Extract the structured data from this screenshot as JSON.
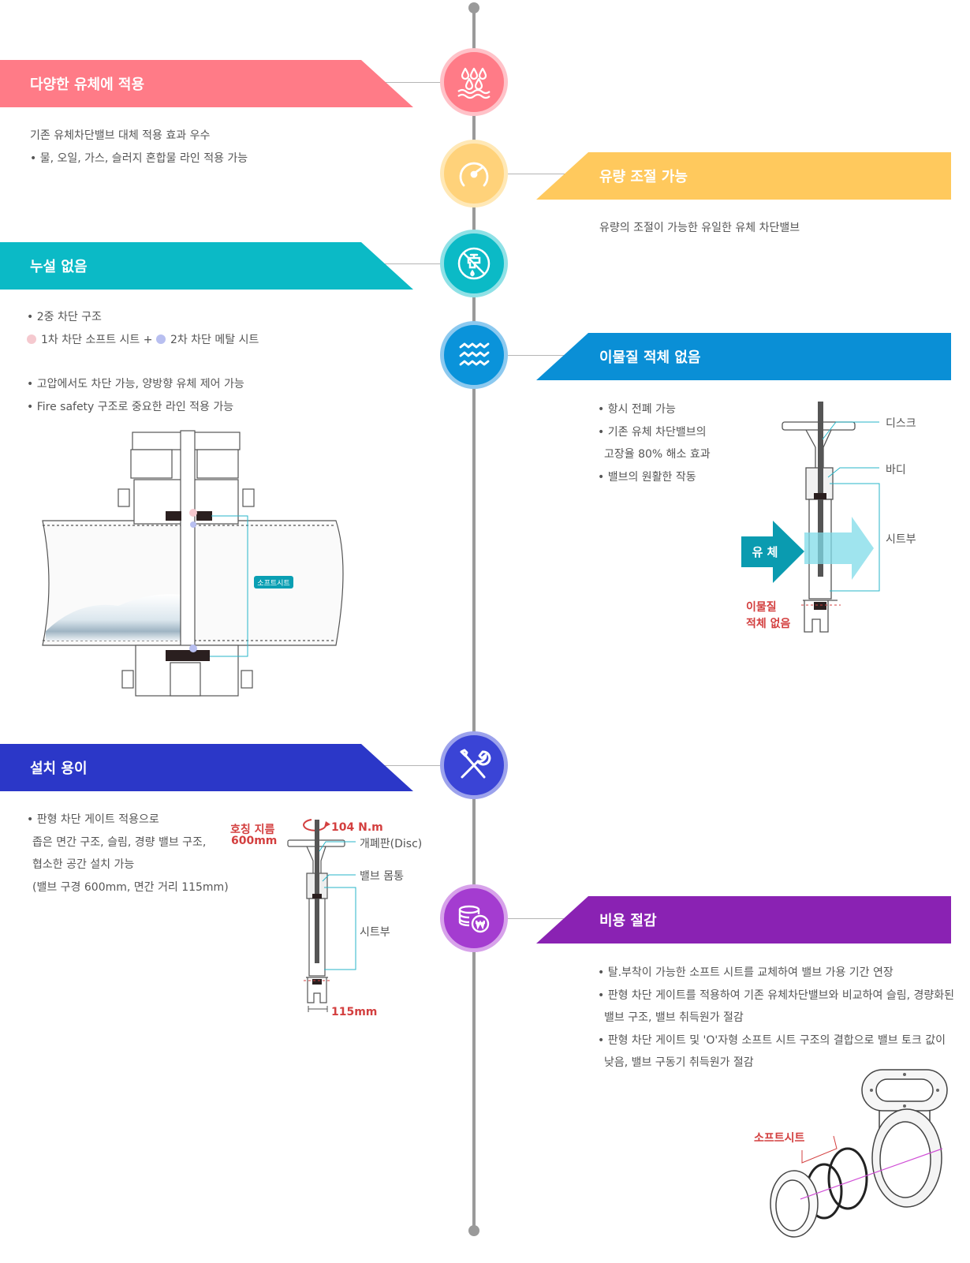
{
  "colors": {
    "timeline": "#9a9a9a",
    "pink": "#ff7b87",
    "yellow": "#ffc95d",
    "teal": "#0bbac6",
    "blue": "#0a8fd6",
    "indigo": "#2b37c8",
    "purple": "#8a22b3",
    "soft_seat_dot": "#f5c9cf",
    "metal_seat_dot": "#b8bff0"
  },
  "sections": {
    "fluid": {
      "icon": "water-drops-icon",
      "title": "다양한 유체에 적용",
      "lines": [
        "기존 유체차단밸브 대체 적용 효과 우수",
        "• 물, 오일, 가스, 슬러지 혼합물 라인 적용 가능"
      ]
    },
    "flow": {
      "icon": "gauge-icon",
      "title": "유량 조절 가능",
      "lines": [
        "유량의 조절이 가능한 유일한 유체 차단밸브"
      ]
    },
    "leak": {
      "icon": "no-leak-faucet-icon",
      "title": "누설 없음",
      "line1": "• 2중 차단 구조",
      "soft_seat": "1차 차단 소프트 시트 +",
      "metal_seat": "2차 차단 메탈 시트",
      "line3": "• 고압에서도 차단 가능, 양방향 유체 제어 가능",
      "line4": "• Fire safety 구조로 중요한 라인 적용 가능",
      "diagram_label": "소프트시트"
    },
    "debris": {
      "icon": "waves-icon",
      "title": "이물질 적체 없음",
      "lines": [
        "• 항시 전폐 가능",
        "• 기존 유체 차단밸브의",
        "고장율 80% 해소 효과",
        "• 밸브의 원활한 작동"
      ],
      "label_disc": "디스크",
      "label_body": "바디",
      "label_seat": "시트부",
      "label_fluid": "유 체",
      "label_nodebris_1": "이물질",
      "label_nodebris_2": "적체 없음"
    },
    "install": {
      "icon": "wrench-screwdriver-icon",
      "title": "설치 용이",
      "lines": [
        "• 판형 차단 게이트 적용으로",
        "좁은 면간 구조, 슬림, 경량 밸브 구조,",
        "협소한 공간 설치 가능",
        "(밸브 구경 600mm, 면간 거리 115mm)"
      ],
      "label_nominal_1": "호칭 지름",
      "label_nominal_2": "600mm",
      "label_torque": "104 N.m",
      "label_disc": "개폐판(Disc)",
      "label_body": "밸브 몸통",
      "label_seat": "시트부",
      "label_width": "115mm"
    },
    "cost": {
      "icon": "coins-won-icon",
      "title": "비용 절감",
      "lines": [
        "• 탈.부착이 가능한 소프트 시트를 교체하여 밸브 가용 기간 연장",
        "• 판형 차단 게이트를 적용하여 기존 유체차단밸브와 비교하여 슬림, 경량화된",
        "밸브 구조, 밸브 취득원가 절감",
        "• 판형 차단 게이트 및 'O'자형 소프트 시트 구조의 결합으로 밸브 토크 값이",
        "낮음, 밸브 구동기 취득원가 절감"
      ],
      "label_softseat": "소프트시트"
    }
  }
}
